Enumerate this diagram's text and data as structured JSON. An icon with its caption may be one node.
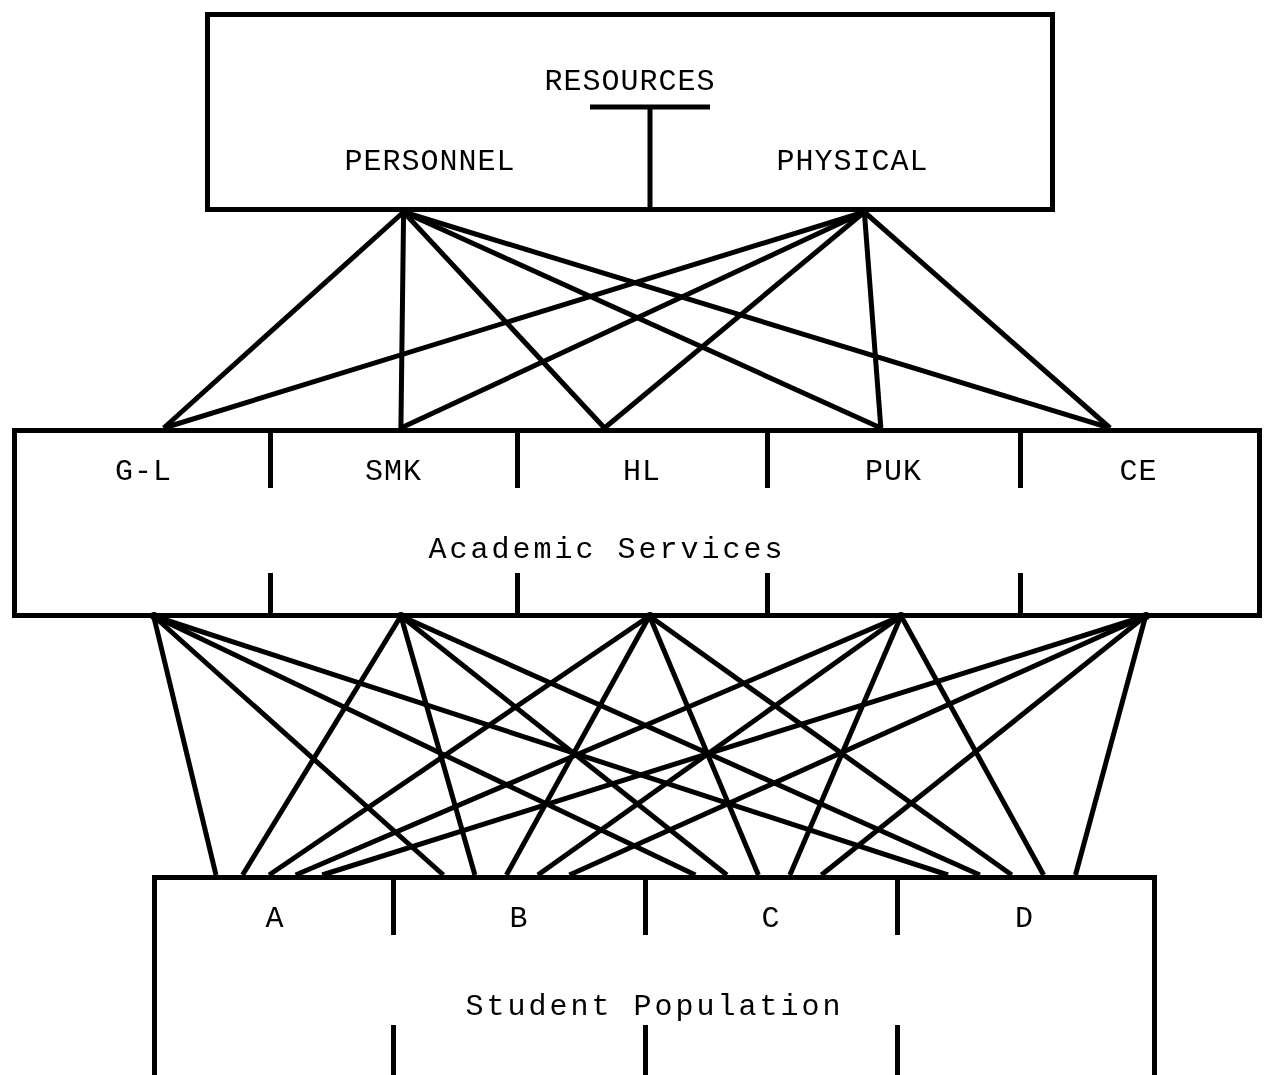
{
  "diagram": {
    "nodes": [
      {
        "text": [
          "RESOURCES"
        ]
      },
      {
        "text": [
          "PERSONNEL"
        ],
        "in": 0
      },
      {
        "text": [
          "PHYSICAL"
        ],
        "in": 0
      },
      {
        "text": [
          "Academic Services"
        ]
      },
      {
        "text": [
          "G-L"
        ],
        "in": 3
      },
      {
        "text": [
          "SMK"
        ],
        "in": 3
      },
      {
        "text": [
          "HL"
        ],
        "in": 3
      },
      {
        "text": [
          "PUK"
        ],
        "in": 3
      },
      {
        "text": [
          "CE"
        ],
        "in": 3
      },
      {
        "text": [
          "Student Population"
        ]
      },
      {
        "text": [
          "A"
        ],
        "in": 9
      },
      {
        "text": [
          "B"
        ],
        "in": 9
      },
      {
        "text": [
          "C"
        ],
        "in": 9
      },
      {
        "text": [
          "D"
        ],
        "in": 9
      }
    ],
    "edges": [
      {
        "from": 1,
        "to": 4,
        "arrow": "none"
      },
      {
        "from": 1,
        "to": 5,
        "arrow": "none"
      },
      {
        "from": 1,
        "to": 6,
        "arrow": "none"
      },
      {
        "from": 1,
        "to": 7,
        "arrow": "none"
      },
      {
        "from": 1,
        "to": 8,
        "arrow": "none"
      },
      {
        "from": 2,
        "to": 4,
        "arrow": "none"
      },
      {
        "from": 2,
        "to": 5,
        "arrow": "none"
      },
      {
        "from": 2,
        "to": 6,
        "arrow": "none"
      },
      {
        "from": 2,
        "to": 7,
        "arrow": "none"
      },
      {
        "from": 2,
        "to": 8,
        "arrow": "none"
      },
      {
        "from": 4,
        "to": 10,
        "arrow": "none"
      },
      {
        "from": 4,
        "to": 11,
        "arrow": "none"
      },
      {
        "from": 4,
        "to": 12,
        "arrow": "none"
      },
      {
        "from": 4,
        "to": 13,
        "arrow": "none"
      },
      {
        "from": 5,
        "to": 10,
        "arrow": "none"
      },
      {
        "from": 5,
        "to": 11,
        "arrow": "none"
      },
      {
        "from": 5,
        "to": 12,
        "arrow": "none"
      },
      {
        "from": 5,
        "to": 13,
        "arrow": "none"
      },
      {
        "from": 6,
        "to": 10,
        "arrow": "none"
      },
      {
        "from": 6,
        "to": 11,
        "arrow": "none"
      },
      {
        "from": 6,
        "to": 12,
        "arrow": "none"
      },
      {
        "from": 6,
        "to": 13,
        "arrow": "none"
      },
      {
        "from": 7,
        "to": 10,
        "arrow": "none"
      },
      {
        "from": 7,
        "to": 11,
        "arrow": "none"
      },
      {
        "from": 7,
        "to": 12,
        "arrow": "none"
      },
      {
        "from": 7,
        "to": 13,
        "arrow": "none"
      },
      {
        "from": 8,
        "to": 10,
        "arrow": "none"
      },
      {
        "from": 8,
        "to": 11,
        "arrow": "none"
      },
      {
        "from": 8,
        "to": 12,
        "arrow": "none"
      },
      {
        "from": 8,
        "to": 13,
        "arrow": "none"
      }
    ]
  }
}
